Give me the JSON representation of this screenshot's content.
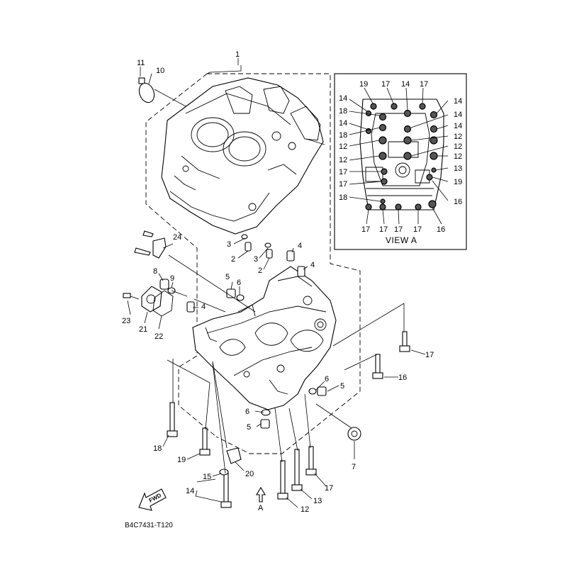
{
  "drawing_code": "B4C7431-T120",
  "view_label": "VIEW A",
  "fwd_label": "FWD",
  "arrow_label": "A",
  "callouts": {
    "c1": "1",
    "c2a": "2",
    "c2b": "2",
    "c3a": "3",
    "c3b": "3",
    "c4a": "4",
    "c4b": "4",
    "c4c": "4",
    "c5a": "5",
    "c5b": "5",
    "c5c": "5",
    "c6a": "6",
    "c6b": "6",
    "c6c": "6",
    "c7": "7",
    "c8": "8",
    "c9": "9",
    "c10": "10",
    "c11": "11",
    "c12": "12",
    "c13": "13",
    "c14": "14",
    "c15": "15",
    "c16": "16",
    "c17a": "17",
    "c17b": "17",
    "c18": "18",
    "c19": "19",
    "c20": "20",
    "c21": "21",
    "c22": "22",
    "c23": "23",
    "c24": "24"
  },
  "view_a_callouts": {
    "t19": "19",
    "t17a": "17",
    "t14a": "14",
    "t17b": "17",
    "l14a": "14",
    "l18a": "18",
    "l14b": "14",
    "l18b": "18",
    "l12a": "12",
    "l12b": "12",
    "l17a": "17",
    "l17b": "17",
    "l18c": "18",
    "r14a": "14",
    "r14b": "14",
    "r14c": "14",
    "r12a": "12",
    "r12b": "12",
    "r12c": "12",
    "r13": "13",
    "r19": "19",
    "r16": "16",
    "b17a": "17",
    "b17b": "17",
    "b17c": "17",
    "b17d": "17",
    "b16": "16"
  }
}
